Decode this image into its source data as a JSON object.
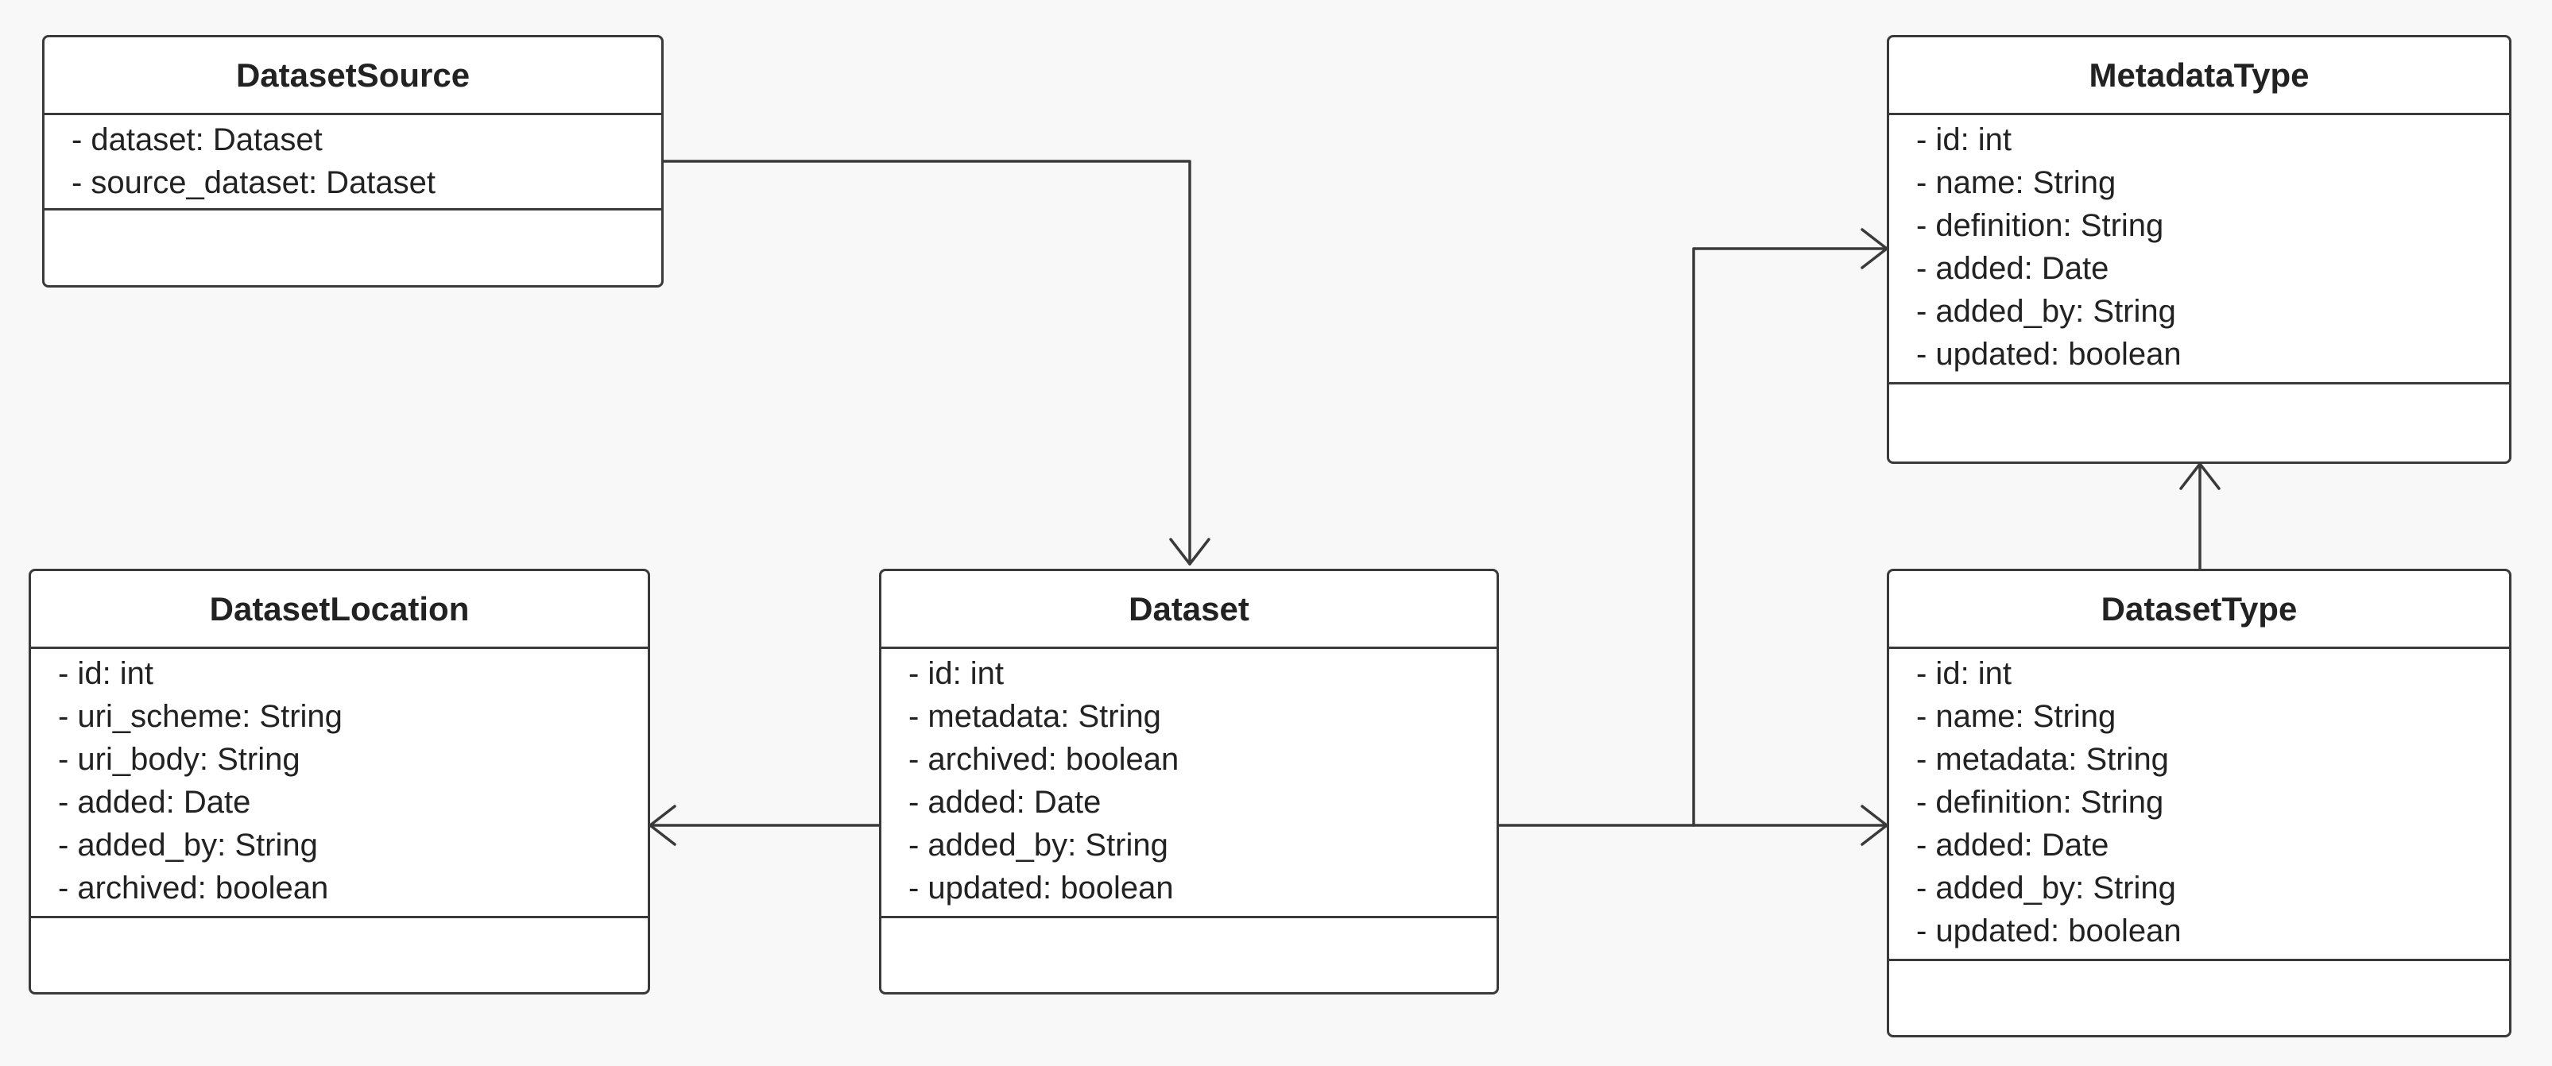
{
  "classes": {
    "dataset_source": {
      "name": "DatasetSource",
      "attributes": [
        "- dataset: Dataset",
        "- source_dataset: Dataset"
      ]
    },
    "dataset_location": {
      "name": "DatasetLocation",
      "attributes": [
        "- id: int",
        "- uri_scheme: String",
        "- uri_body: String",
        "- added: Date",
        "- added_by: String",
        "- archived: boolean"
      ]
    },
    "dataset": {
      "name": "Dataset",
      "attributes": [
        "- id: int",
        "- metadata: String",
        "- archived: boolean",
        "- added: Date",
        "- added_by: String",
        "- updated: boolean"
      ]
    },
    "metadata_type": {
      "name": "MetadataType",
      "attributes": [
        "- id: int",
        "- name: String",
        "- definition: String",
        "- added: Date",
        "- added_by: String",
        "- updated: boolean"
      ]
    },
    "dataset_type": {
      "name": "DatasetType",
      "attributes": [
        "- id: int",
        "- name: String",
        "- metadata: String",
        "- definition: String",
        "- added: Date",
        "- added_by: String",
        "- updated: boolean"
      ]
    }
  },
  "associations": [
    {
      "from": "DatasetSource",
      "to": "Dataset",
      "kind": "directed-association"
    },
    {
      "from": "Dataset",
      "to": "DatasetLocation",
      "kind": "directed-association"
    },
    {
      "from": "Dataset",
      "to": "MetadataType",
      "kind": "directed-association"
    },
    {
      "from": "Dataset",
      "to": "DatasetType",
      "kind": "directed-association"
    },
    {
      "from": "DatasetType",
      "to": "MetadataType",
      "kind": "directed-association"
    }
  ],
  "colors": {
    "line": "#3a3a3a",
    "box_fill": "#ffffff",
    "background": "#f8f8f8"
  }
}
